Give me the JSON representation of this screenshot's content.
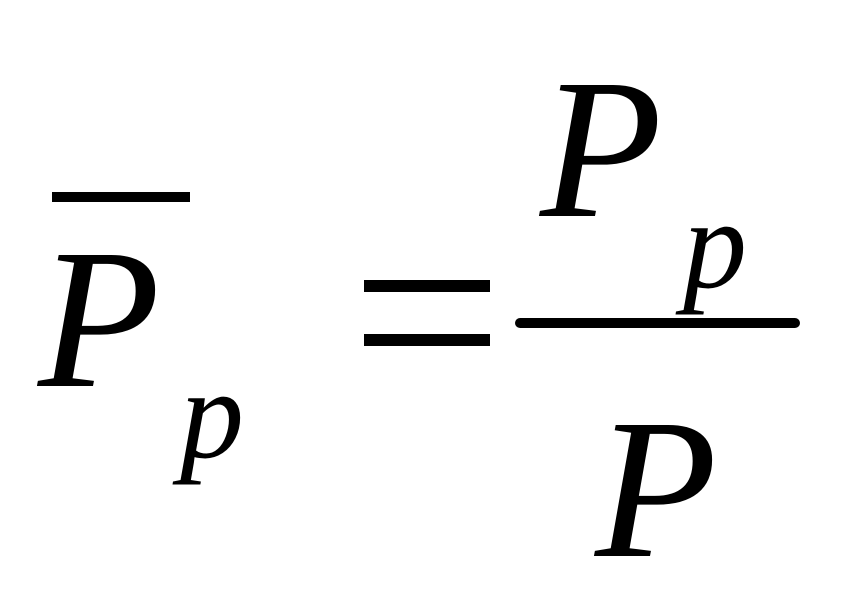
{
  "formula": {
    "lhs": {
      "main": "P",
      "subscript": "p"
    },
    "equals": "=",
    "rhs": {
      "numerator": {
        "main": "P",
        "subscript": "p"
      },
      "denominator": "P"
    }
  },
  "colors": {
    "ink": "#000000",
    "background": "#ffffff"
  }
}
